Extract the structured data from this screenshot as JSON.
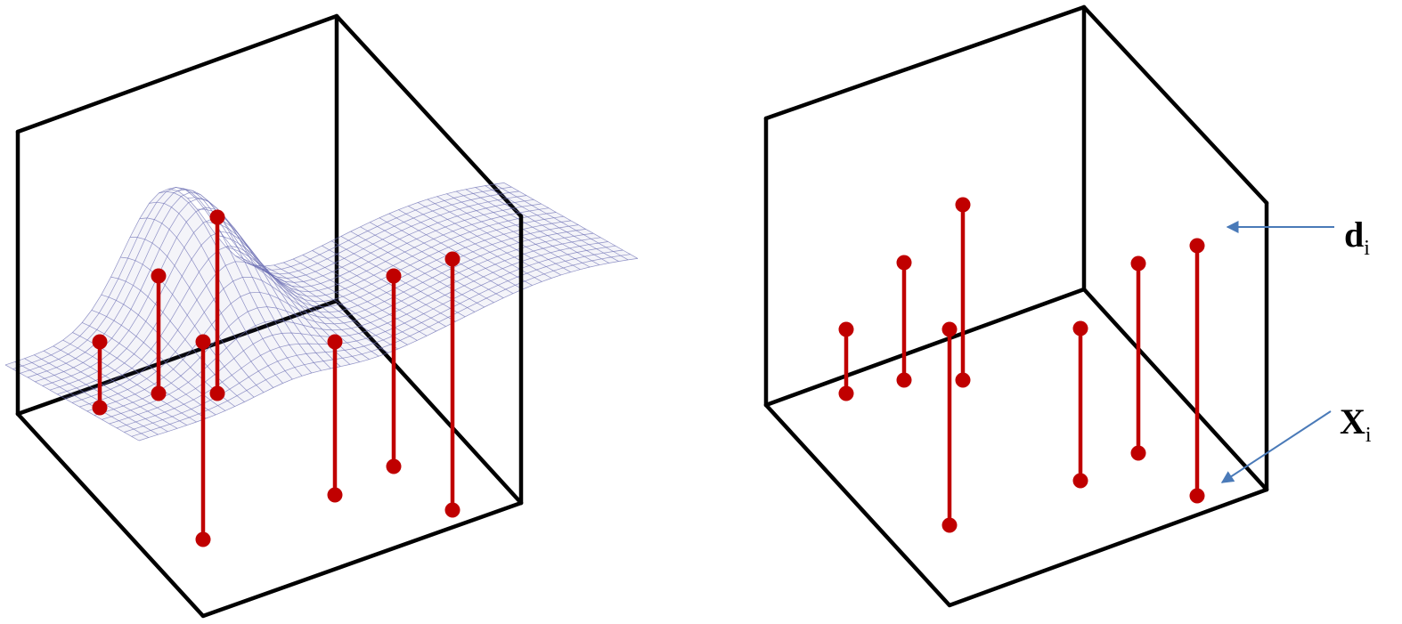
{
  "colors": {
    "box_edges": "#000000",
    "sample_markers": "#c00000",
    "surface_mesh": "#6e70b4",
    "annotation_arrows": "#4a7ab8",
    "label_text": "#000000"
  },
  "icons": {
    "marker": "filled-circle",
    "arrow": "arrow-head"
  },
  "labels": {
    "d_main": "d",
    "d_sub": "i",
    "x_main": "X",
    "x_sub": "i"
  }
}
